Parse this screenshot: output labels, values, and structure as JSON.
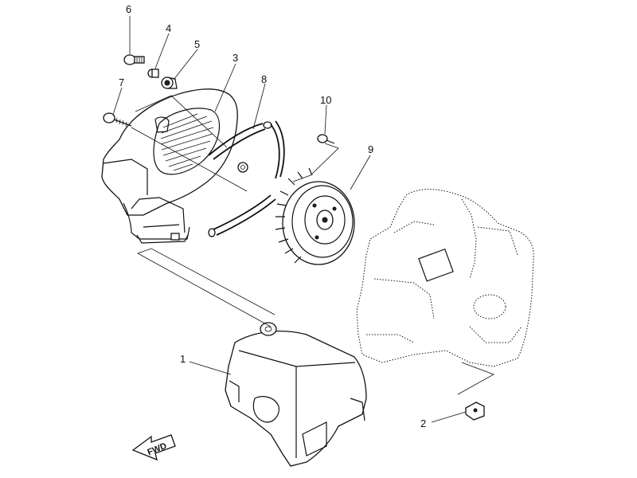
{
  "callouts": [
    {
      "id": "c6",
      "text": "6"
    },
    {
      "id": "c4",
      "text": "4"
    },
    {
      "id": "c5",
      "text": "5"
    },
    {
      "id": "c3",
      "text": "3"
    },
    {
      "id": "c7",
      "text": "7"
    },
    {
      "id": "c8",
      "text": "8"
    },
    {
      "id": "c10",
      "text": "10"
    },
    {
      "id": "c9",
      "text": "9"
    },
    {
      "id": "c1",
      "text": "1"
    },
    {
      "id": "c2",
      "text": "2"
    }
  ],
  "fwd_label": "FWD",
  "colors": {
    "ink": "#111111",
    "paper": "#ffffff"
  }
}
